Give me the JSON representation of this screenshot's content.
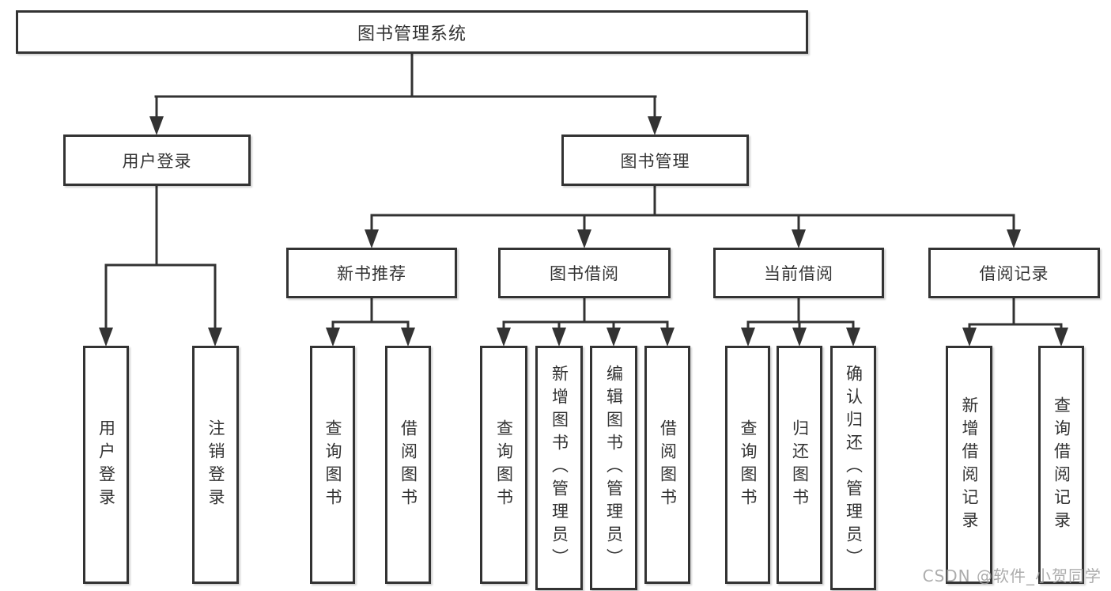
{
  "diagram": {
    "root": {
      "label": "图书管理系统"
    },
    "branches": {
      "user_login": {
        "label": "用户登录",
        "children": [
          {
            "label": "用户登录"
          },
          {
            "label": "注销登录"
          }
        ]
      },
      "book_mgmt": {
        "label": "图书管理",
        "modules": [
          {
            "label": "新书推荐",
            "children": [
              {
                "label": "查询图书"
              },
              {
                "label": "借阅图书"
              }
            ]
          },
          {
            "label": "图书借阅",
            "children": [
              {
                "label": "查询图书"
              },
              {
                "label": "新增图书（管理员）"
              },
              {
                "label": "编辑图书（管理员）"
              },
              {
                "label": "借阅图书"
              }
            ]
          },
          {
            "label": "当前借阅",
            "children": [
              {
                "label": "查询图书"
              },
              {
                "label": "归还图书"
              },
              {
                "label": "确认归还（管理员）"
              }
            ]
          },
          {
            "label": "借阅记录",
            "children": [
              {
                "label": "新增借阅记录"
              },
              {
                "label": "查询借阅记录"
              }
            ]
          }
        ]
      }
    }
  },
  "watermark": {
    "text": "CSDN @软件_小贺同学"
  },
  "colors": {
    "line": "#333333",
    "box_border": "#333333",
    "text": "#333333",
    "watermark": "#9e9e9e",
    "background": "#ffffff"
  }
}
